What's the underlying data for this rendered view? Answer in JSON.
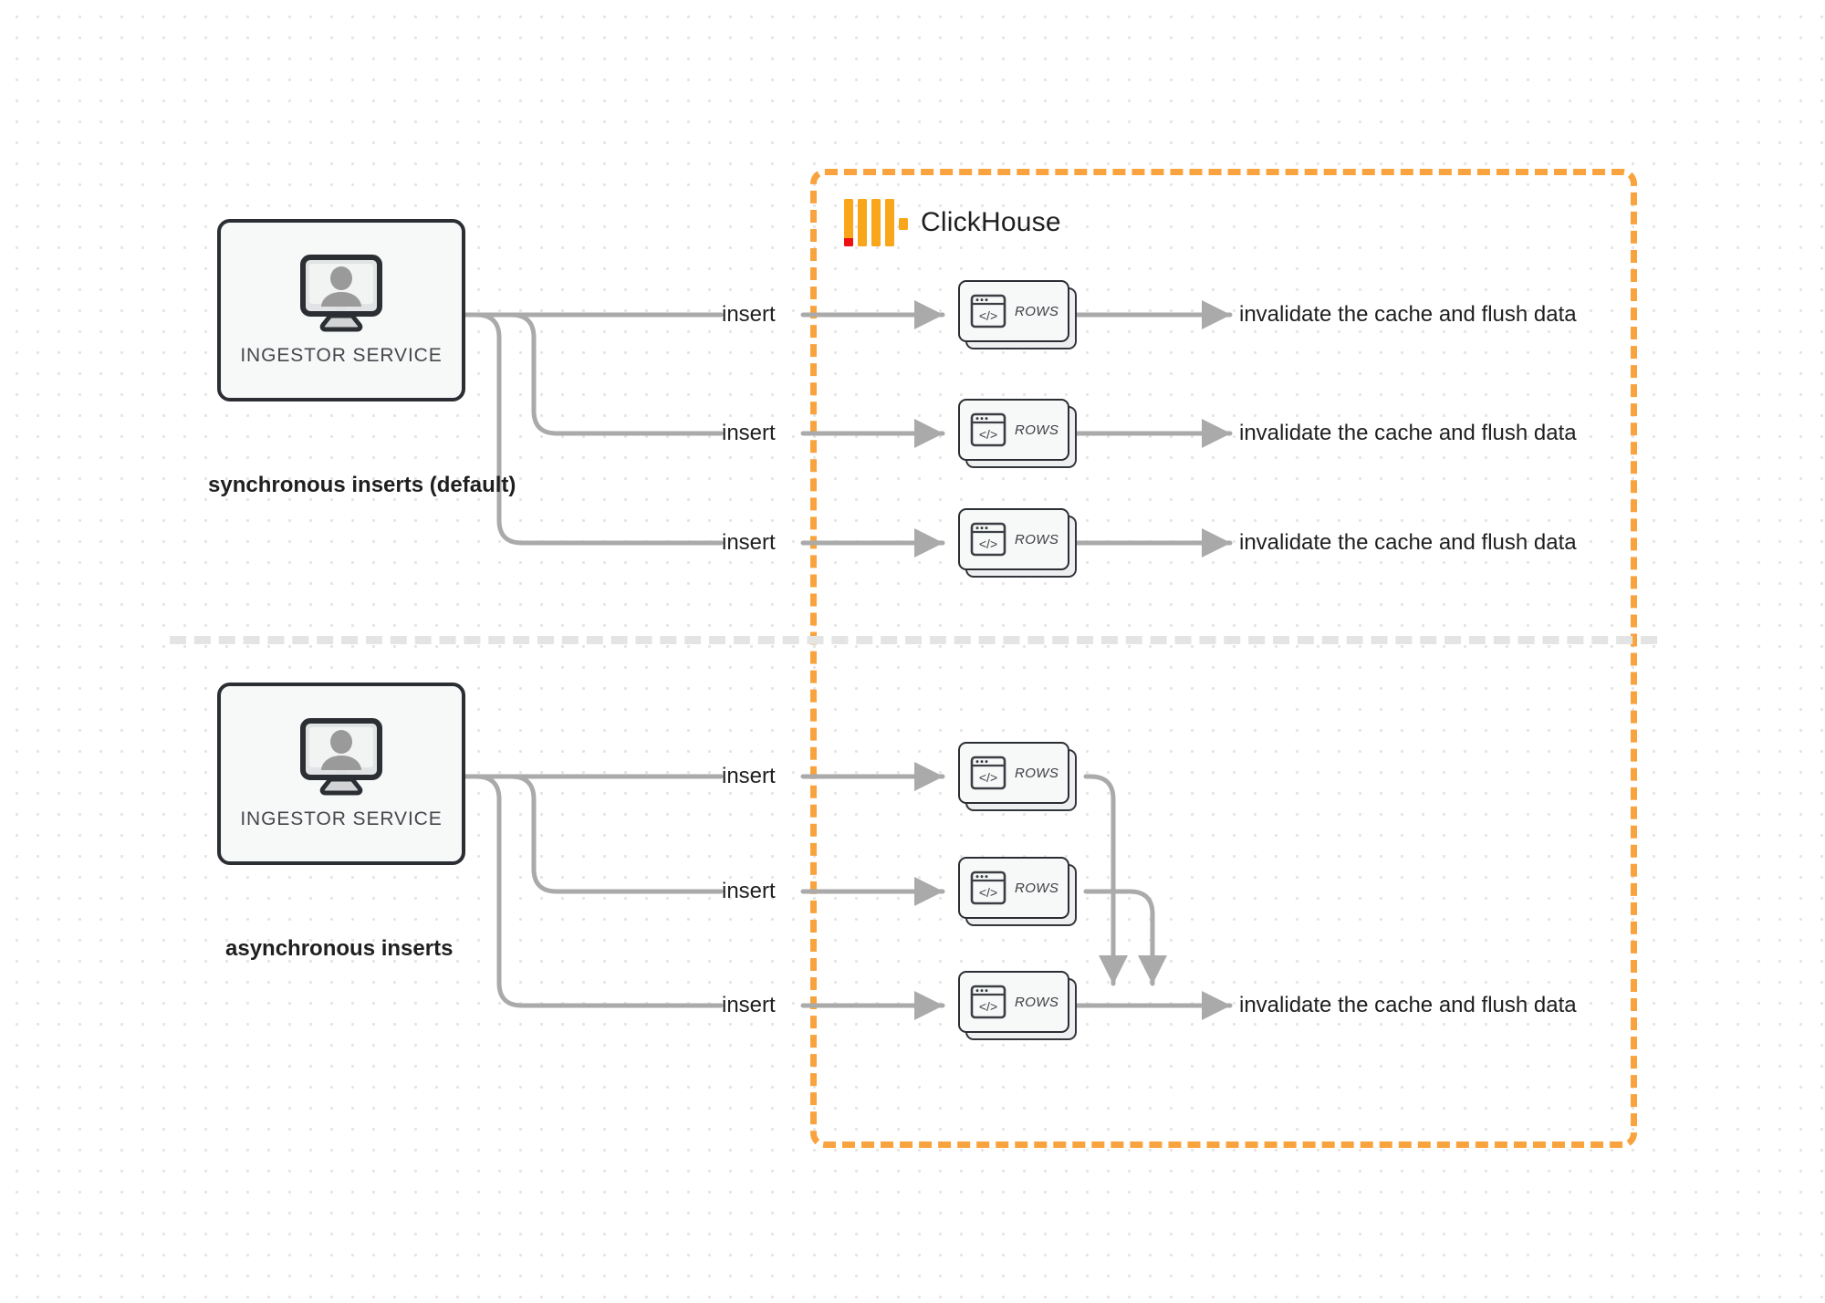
{
  "diagram": {
    "title": "ClickHouse synchronous vs asynchronous inserts",
    "colors": {
      "boundary_orange": "#F9A33E",
      "logo_orange": "#FAA61A",
      "logo_red": "#EE1111",
      "edge_gray": "#AAAAAA",
      "node_border": "#2B2E33",
      "node_fill": "#F7F8F8",
      "divider_gray": "#E4E4E4",
      "text_dark": "#1F1F1F"
    }
  },
  "clickhouse": {
    "wordmark": "ClickHouse",
    "logo_bars": 4,
    "logo_accent_square": true
  },
  "sections": [
    {
      "id": "synchronous",
      "mode_label": "synchronous inserts (default)",
      "service": {
        "label": "INGESTOR SERVICE",
        "icon": "monitor-user-icon"
      },
      "lanes": [
        {
          "insert_label": "insert",
          "node_label": "ROWS",
          "node_icon": "code-window-icon",
          "result_label": "invalidate the cache and flush data"
        },
        {
          "insert_label": "insert",
          "node_label": "ROWS",
          "node_icon": "code-window-icon",
          "result_label": "invalidate the cache and flush data"
        },
        {
          "insert_label": "insert",
          "node_label": "ROWS",
          "node_icon": "code-window-icon",
          "result_label": "invalidate the cache and flush data"
        }
      ]
    },
    {
      "id": "asynchronous",
      "mode_label": "asynchronous inserts",
      "service": {
        "label": "INGESTOR SERVICE",
        "icon": "monitor-user-icon"
      },
      "lanes": [
        {
          "insert_label": "insert",
          "node_label": "ROWS",
          "node_icon": "code-window-icon"
        },
        {
          "insert_label": "insert",
          "node_label": "ROWS",
          "node_icon": "code-window-icon"
        },
        {
          "insert_label": "insert",
          "node_label": "ROWS",
          "node_icon": "code-window-icon"
        }
      ],
      "merged_result_label": "invalidate the cache and flush data"
    }
  ]
}
